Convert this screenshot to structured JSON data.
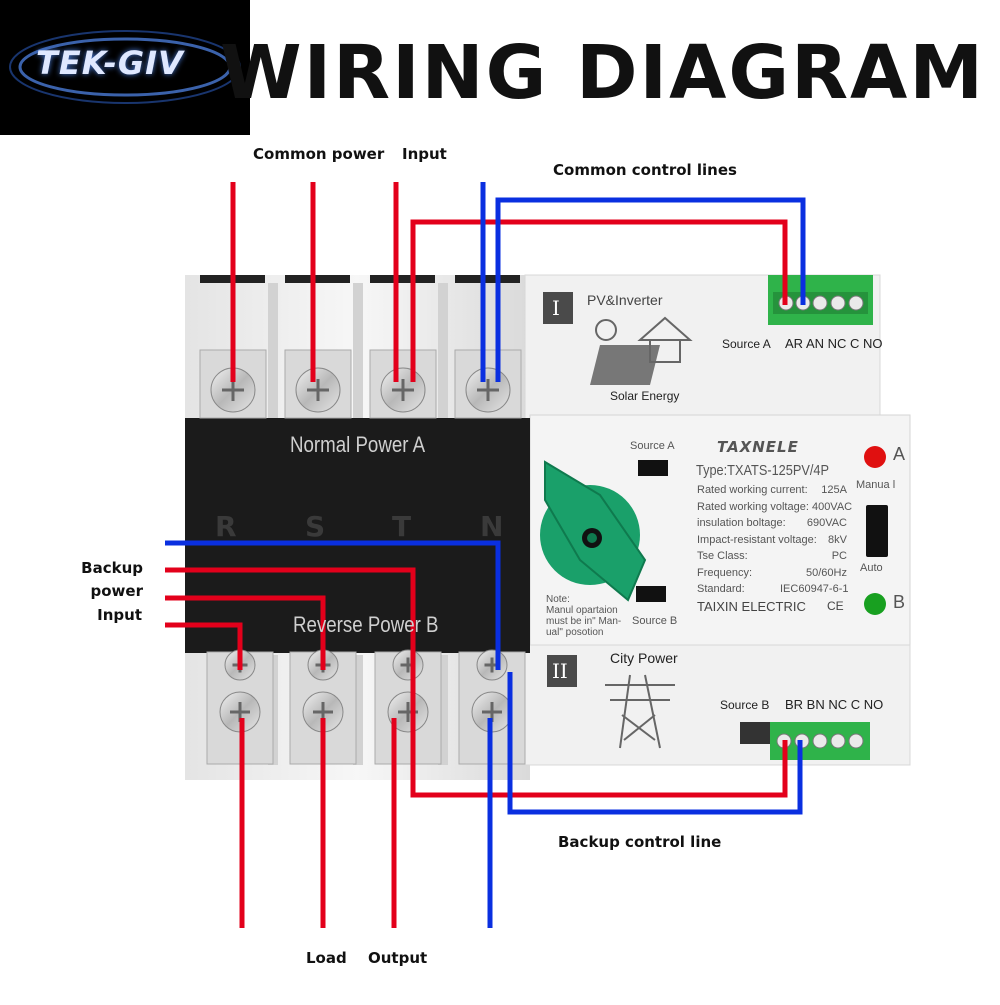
{
  "header": {
    "title": "WIRING DIAGRAM",
    "logo_text": "TEK-GIV"
  },
  "labels": {
    "common_power": "Common power",
    "input_top": "Input",
    "common_control_lines": "Common control lines",
    "backup": "Backup",
    "power": "power",
    "input_left": "Input",
    "backup_control_line": "Backup control line",
    "load": "Load",
    "output": "Output"
  },
  "device": {
    "normal_power": "Normal Power A",
    "reverse_power": "Reverse Power B",
    "phases": [
      "R",
      "S",
      "T",
      "N"
    ],
    "section_one_numeral": "I",
    "pv_inverter": "PV&Inverter",
    "solar_energy": "Solar Energy",
    "source_a": "Source A",
    "terminal_top": "AR AN NC C NO",
    "section_two_numeral": "II",
    "city_power": "City Power",
    "source_b": "Source B",
    "terminal_bottom": "BR BN NC C NO",
    "brand": "TAXNELE",
    "type": "Type:TXATS-125PV/4P",
    "specs": [
      {
        "label": "Rated working current:",
        "value": "125A"
      },
      {
        "label": "Rated working voltage: 400VAC",
        "value": ""
      },
      {
        "label": "insulation boltage:",
        "value": "690VAC"
      },
      {
        "label": "Impact-resistant voltage:",
        "value": "8kV"
      },
      {
        "label": "Tse  Class:",
        "value": "PC"
      },
      {
        "label": "Frequency:",
        "value": "50/60Hz"
      },
      {
        "label": "Standard:",
        "value": "IEC60947-6-1"
      }
    ],
    "manufacturer": "TAIXIN ELECTRIC",
    "ce": "CE",
    "indicator_a": "A",
    "indicator_b": "B",
    "manual": "Manua l",
    "auto": "Auto",
    "knob_source_a": "Source  A",
    "knob_source_b": "Source  B",
    "note": [
      "Note:",
      "Manul opartaion",
      "must be in\" Man-",
      "ual\"  posotion"
    ]
  },
  "colors": {
    "red_wire": "#e3001b",
    "blue_wire": "#0a2fe0",
    "knob_green": "#1aa06a",
    "terminal_green": "#2fb34a",
    "led_red": "#e01010",
    "led_green": "#18a020"
  }
}
